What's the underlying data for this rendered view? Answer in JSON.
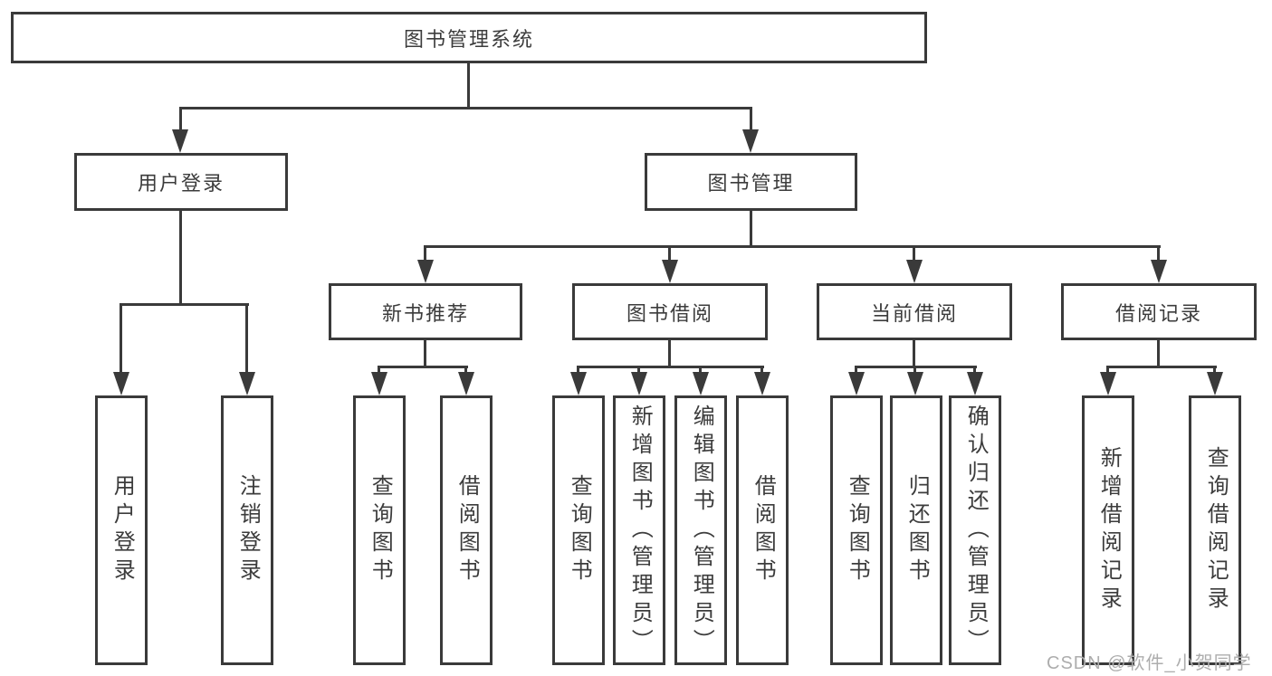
{
  "tree": {
    "root": {
      "label": "图书管理系统"
    },
    "children": [
      {
        "label": "用户登录",
        "children": [
          {
            "label": "用户登录"
          },
          {
            "label": "注销登录"
          }
        ]
      },
      {
        "label": "图书管理",
        "children": [
          {
            "label": "新书推荐",
            "children": [
              {
                "label": "查询图书"
              },
              {
                "label": "借阅图书"
              }
            ]
          },
          {
            "label": "图书借阅",
            "children": [
              {
                "label": "查询图书"
              },
              {
                "label": "新增图书（管理员）"
              },
              {
                "label": "编辑图书（管理员）"
              },
              {
                "label": "借阅图书"
              }
            ]
          },
          {
            "label": "当前借阅",
            "children": [
              {
                "label": "查询图书"
              },
              {
                "label": "归还图书"
              },
              {
                "label": "确认归还（管理员）"
              }
            ]
          },
          {
            "label": "借阅记录",
            "children": [
              {
                "label": "新增借阅记录"
              },
              {
                "label": "查询借阅记录"
              }
            ]
          }
        ]
      }
    ]
  },
  "watermark": "CSDN @软件_小贺同学",
  "colors": {
    "line": "#3a3a3a",
    "text": "#3c3c3c",
    "watermark": "#adadad"
  }
}
